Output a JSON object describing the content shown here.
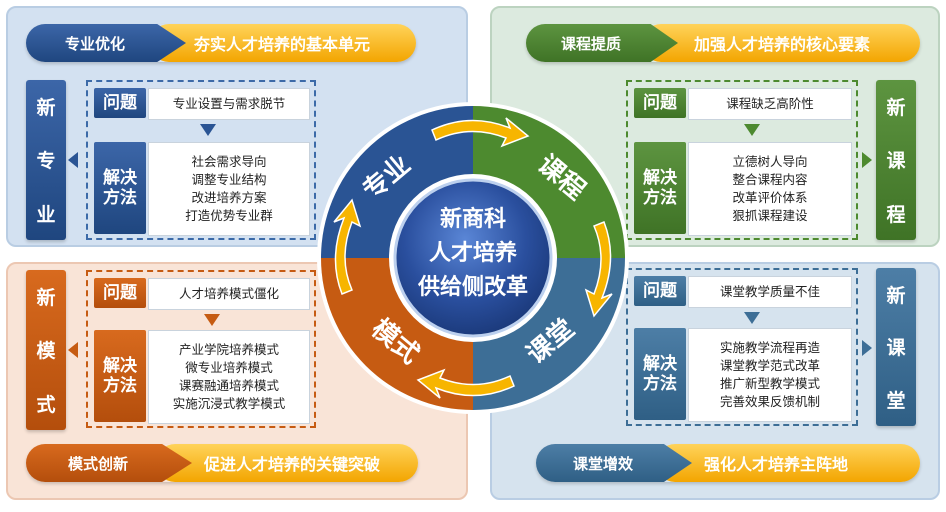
{
  "center": {
    "line1": "新商科",
    "line2": "人才培养",
    "line3": "供给侧改革"
  },
  "ring": {
    "top_left": "专业",
    "top_right": "课程",
    "bottom_right": "课堂",
    "bottom_left": "模式"
  },
  "colors": {
    "blue": "#2a5494",
    "green": "#4d8a2f",
    "orange": "#c65b12",
    "steel": "#3d6e96",
    "gold": "#f7b500"
  },
  "quadrants": {
    "major": {
      "pill_tag": "专业优化",
      "pill_text": "夯实人才培养的基本单元",
      "side_label": [
        "新",
        "专",
        "业"
      ],
      "problem_label": "问题",
      "problem": "专业设置与需求脱节",
      "solution_label": [
        "解决",
        "方法"
      ],
      "solutions": [
        "社会需求导向",
        "调整专业结构",
        "改进培养方案",
        "打造优势专业群"
      ]
    },
    "course": {
      "pill_tag": "课程提质",
      "pill_text": "加强人才培养的核心要素",
      "side_label": [
        "新",
        "课",
        "程"
      ],
      "problem_label": "问题",
      "problem": "课程缺乏高阶性",
      "solution_label": [
        "解决",
        "方法"
      ],
      "solutions": [
        "立德树人导向",
        "整合课程内容",
        "改革评价体系",
        "狠抓课程建设"
      ]
    },
    "mode": {
      "pill_tag": "模式创新",
      "pill_text": "促进人才培养的关键突破",
      "side_label": [
        "新",
        "模",
        "式"
      ],
      "problem_label": "问题",
      "problem": "人才培养模式僵化",
      "solution_label": [
        "解决",
        "方法"
      ],
      "solutions": [
        "产业学院培养模式",
        "微专业培养模式",
        "课赛融通培养模式",
        "实施沉浸式教学模式"
      ]
    },
    "classroom": {
      "pill_tag": "课堂增效",
      "pill_text": "强化人才培养主阵地",
      "side_label": [
        "新",
        "课",
        "堂"
      ],
      "problem_label": "问题",
      "problem": "课堂教学质量不佳",
      "solution_label": [
        "解决",
        "方法"
      ],
      "solutions": [
        "实施教学流程再造",
        "课堂教学范式改革",
        "推广新型教学模式",
        "完善效果反馈机制"
      ]
    }
  }
}
